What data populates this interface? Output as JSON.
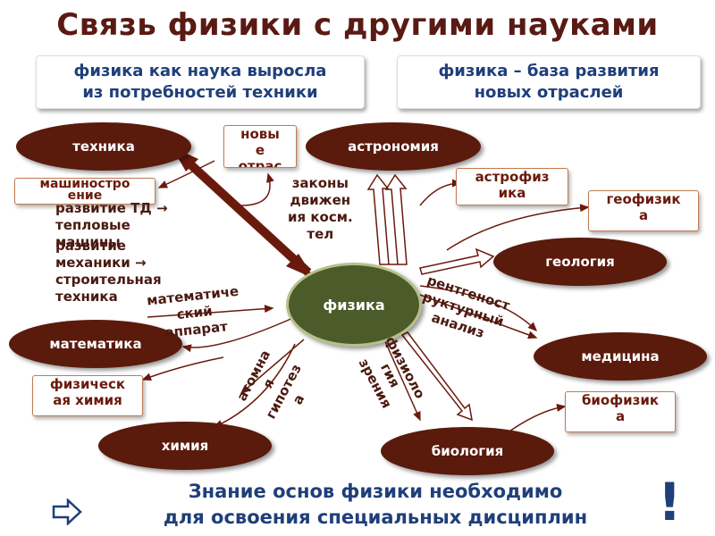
{
  "title": "Связь физики с другими науками",
  "banner_left": "физика как наука выросла\nиз потребностей техники",
  "banner_right": "физика – база развития\nновых отраслей",
  "center_node": "физика",
  "ovals": {
    "tehnika": "техника",
    "astronomiya": "астрономия",
    "geologiya": "геология",
    "matematika": "математика",
    "meditsina": "медицина",
    "himiya": "химия",
    "biologiya": "биология"
  },
  "boxes": {
    "novye_otrasli": "новы\nе\nотрас\nли",
    "mashinostroenie": "машинострo\nение",
    "astrofizika": "астрофиз\nика",
    "geofizika": "геофизик\nа",
    "fizicheskaya_himiya": "физическ\nая химия",
    "biofizika": "биофизик\nа"
  },
  "labels": {
    "razvitie_td": "развитие ТД →\nтепловые\nмашины",
    "razvitie_mehaniki": "развитие\nмеханики →\nстроительная\nтехника",
    "zakony": "законы\nдвижен\nия косм.\nтел",
    "mat_apparat": "математиче\nский\nаппарат",
    "rentgen": "рентгеност\nруктурный\nанализ",
    "atomnaya": "атомна\nя\nгипотез\nа",
    "fiziologiya": "физиоло\nгия\nзрения"
  },
  "footer": "Знание основ физики необходимо\nдля освоения специальных дисциплин",
  "exclaim": "!",
  "icons": {
    "footer_arrow": "right-arrow-icon"
  },
  "colors": {
    "title": "#5a1a14",
    "oval": "#5a1a0c",
    "center": "#4b5c2a",
    "text_blue": "#1f3f7a"
  }
}
